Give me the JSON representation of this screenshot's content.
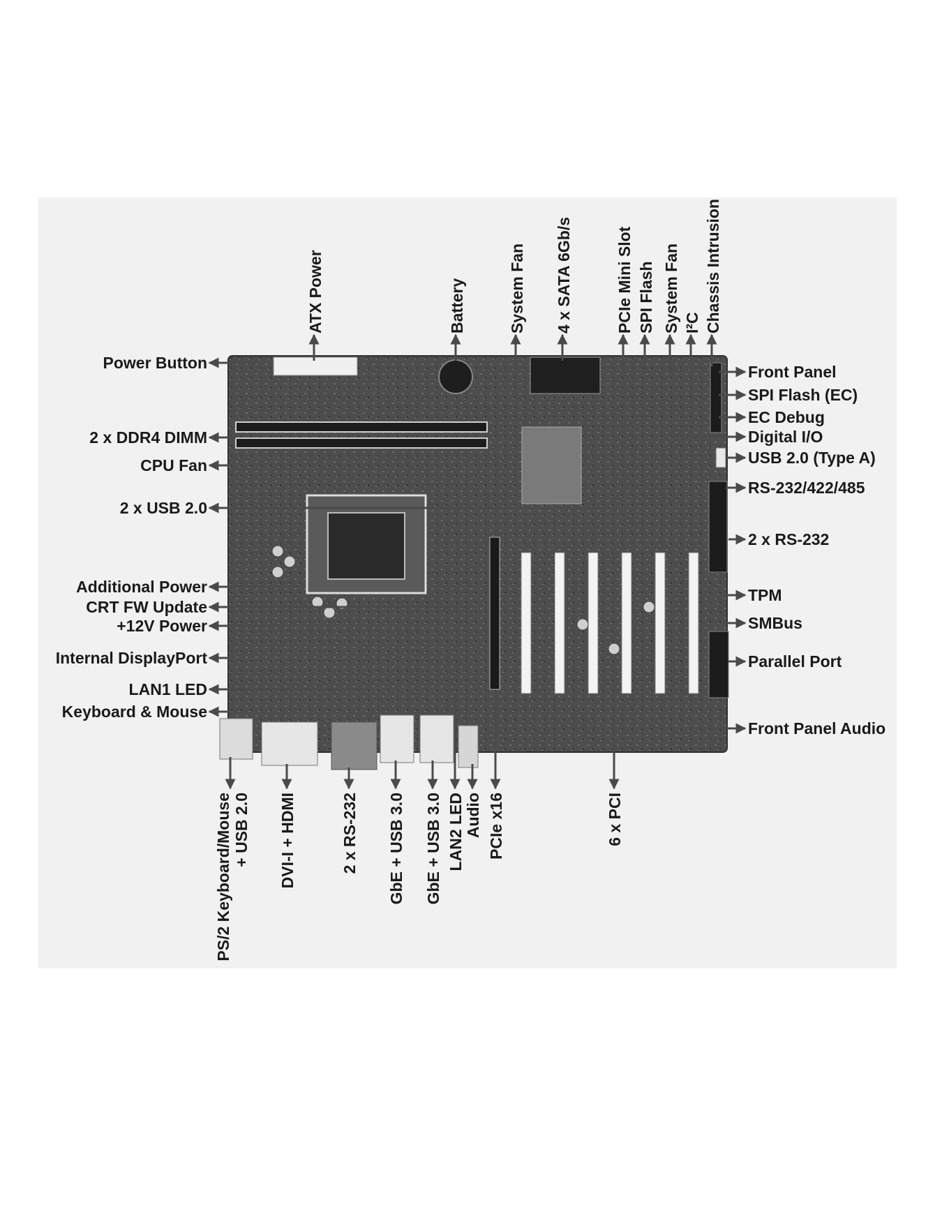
{
  "diagram": {
    "top_labels": {
      "atx_power": "ATX Power",
      "battery": "Battery",
      "system_fan_1": "System Fan",
      "sata": "4 x SATA 6Gb/s",
      "pcie_mini": "PCIe Mini Slot",
      "spi_flash": "SPI Flash",
      "system_fan_2": "System Fan",
      "i2c": "I²C",
      "chassis_intrusion": "Chassis Intrusion"
    },
    "left_labels": {
      "power_button": "Power Button",
      "ddr4": "2 x DDR4 DIMM",
      "cpu_fan": "CPU Fan",
      "usb20": "2 x USB 2.0",
      "additional_power": "Additional Power",
      "crt_fw": "CRT FW Update",
      "power_12v": "+12V Power",
      "internal_dp": "Internal DisplayPort",
      "lan1_led": "LAN1 LED",
      "keyboard_mouse": "Keyboard & Mouse"
    },
    "right_labels": {
      "front_panel": "Front Panel",
      "spi_flash_ec": "SPI Flash (EC)",
      "ec_debug": "EC Debug",
      "digital_io": "Digital I/O",
      "usb20_type_a": "USB 2.0 (Type A)",
      "rs232_422_485": "RS-232/422/485",
      "rs232_x2": "2 x RS-232",
      "tpm": "TPM",
      "smbus": "SMBus",
      "parallel_port": "Parallel Port",
      "front_panel_audio": "Front Panel Audio"
    },
    "bottom_labels": {
      "ps2_line1": "PS/2 Keyboard/Mouse",
      "ps2_line2": "+ USB 2.0",
      "dvi_hdmi": "DVI-I + HDMI",
      "rs232_x2_bottom": "2 x RS-232",
      "gbe_usb3_1": "GbE + USB 3.0",
      "gbe_usb3_2": "GbE + USB 3.0",
      "lan2_led": "LAN2 LED",
      "audio": "Audio",
      "pcie_x16": "PCIe x16",
      "pci_x6": "6 x PCI"
    }
  },
  "colors": {
    "label": "#1a1a1a",
    "leader": "#4a4a4a",
    "board": "#4b4b4b"
  }
}
